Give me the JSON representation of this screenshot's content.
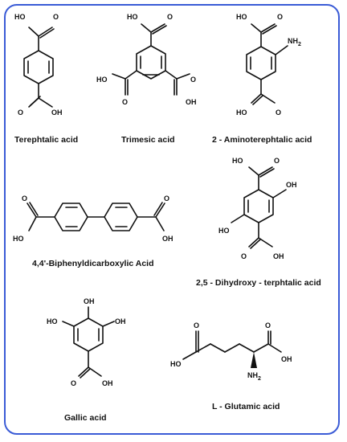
{
  "colors": {
    "frame_border": "#3a5bd6",
    "ink": "#111111",
    "background": "#ffffff"
  },
  "atoms": {
    "hydroxyl": "HO",
    "hydroxyl_r": "OH",
    "oxygen": "O",
    "amine_n": "NH",
    "amine_sub": "2"
  },
  "compounds": [
    {
      "id": "terephthalic",
      "name": "Terephtalic acid"
    },
    {
      "id": "trimesic",
      "name": "Trimesic acid"
    },
    {
      "id": "aminoterephthalic",
      "name": "2 - Aminoterephtalic acid"
    },
    {
      "id": "biphenyl",
      "name": "4,4'-Biphenyldicarboxylic Acid"
    },
    {
      "id": "dihydroxy",
      "name": "2,5 - Dihydroxy - terphtalic acid"
    },
    {
      "id": "gallic",
      "name": "Gallic acid"
    },
    {
      "id": "glutamic",
      "name": "L - Glutamic acid"
    }
  ]
}
